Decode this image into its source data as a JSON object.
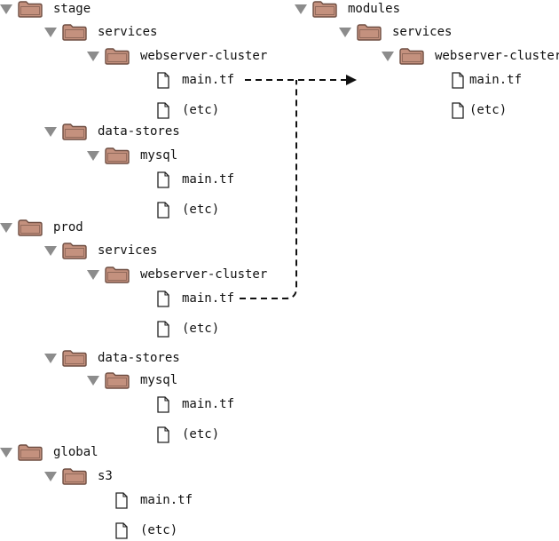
{
  "colors": {
    "folder_fill": "#c4917e",
    "folder_stroke": "#6e4e42",
    "triangle": "#8c8c8c",
    "file_stroke": "#222222",
    "arrow": "#111111"
  },
  "left_tree": {
    "stage": {
      "label": "stage",
      "services": {
        "label": "services",
        "webserver_cluster": {
          "label": "webserver-cluster",
          "main": "main.tf",
          "etc": "(etc)"
        }
      },
      "data_stores": {
        "label": "data-stores",
        "mysql": {
          "label": "mysql",
          "main": "main.tf",
          "etc": "(etc)"
        }
      }
    },
    "prod": {
      "label": "prod",
      "services": {
        "label": "services",
        "webserver_cluster": {
          "label": "webserver-cluster",
          "main": "main.tf",
          "etc": "(etc)"
        }
      },
      "data_stores": {
        "label": "data-stores",
        "mysql": {
          "label": "mysql",
          "main": "main.tf",
          "etc": "(etc)"
        }
      }
    },
    "global": {
      "label": "global",
      "s3": {
        "label": "s3",
        "main": "main.tf",
        "etc": "(etc)"
      }
    }
  },
  "right_tree": {
    "modules": {
      "label": "modules",
      "services": {
        "label": "services",
        "webserver_cluster": {
          "label": "webserver-cluster",
          "main": "main.tf",
          "etc": "(etc)"
        }
      }
    }
  }
}
